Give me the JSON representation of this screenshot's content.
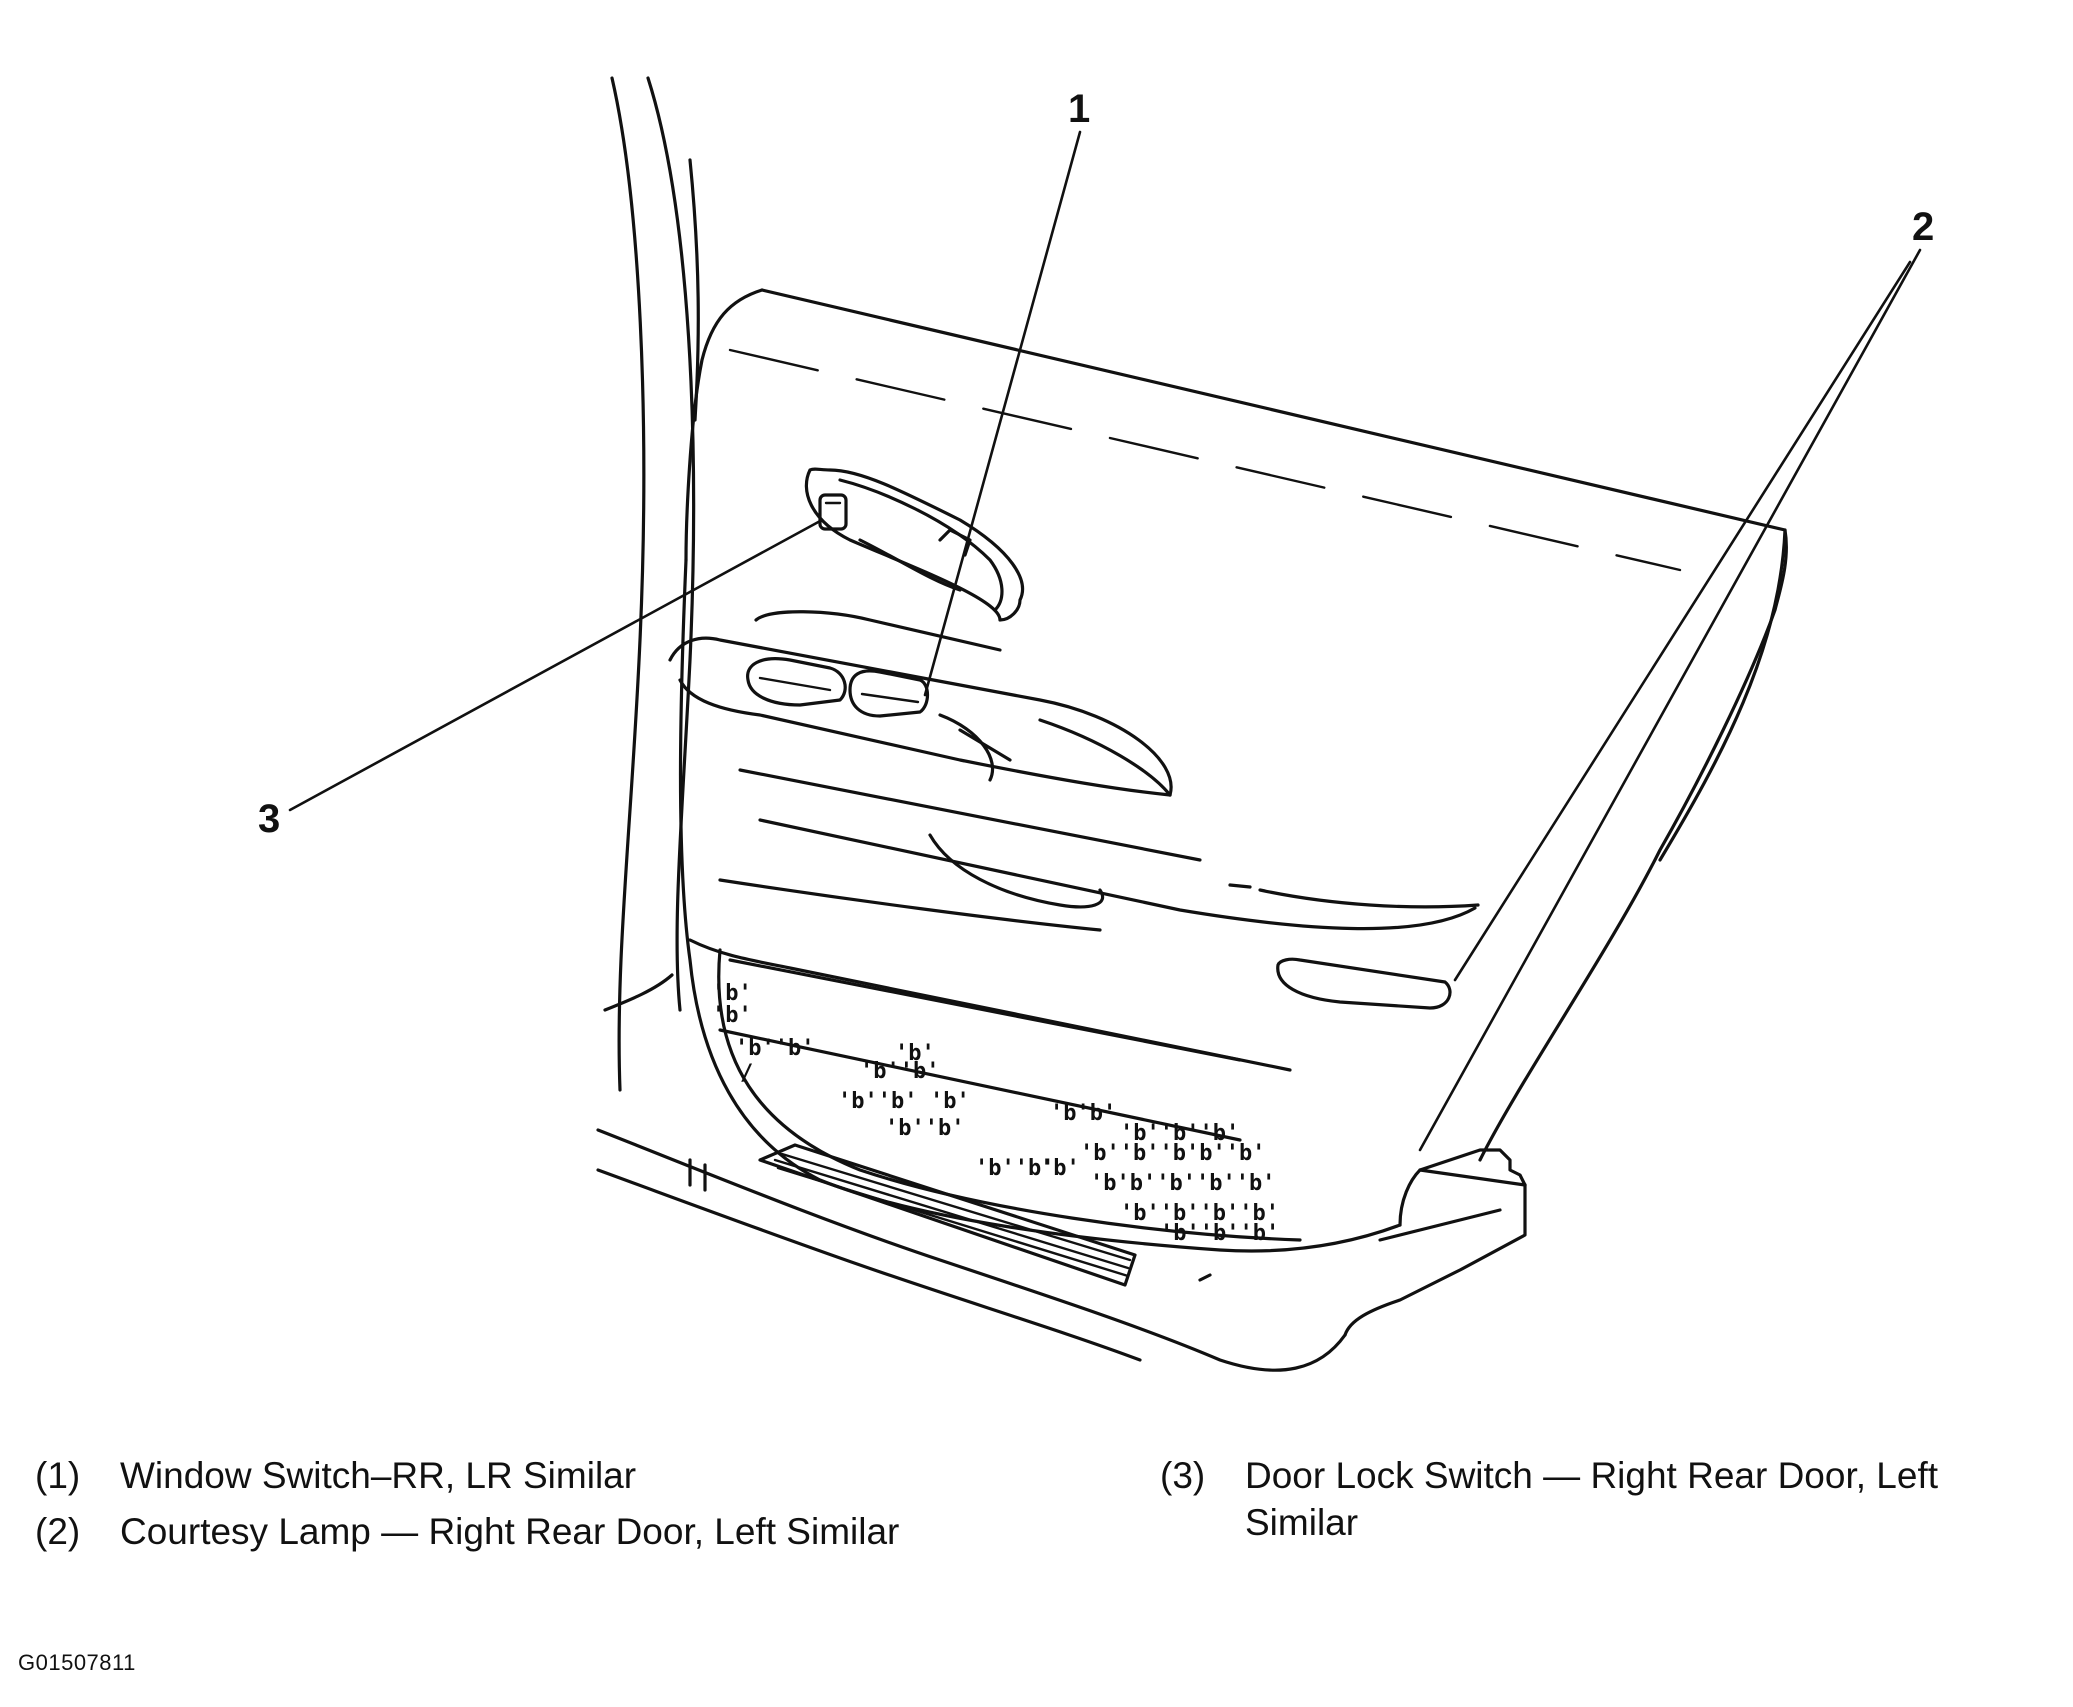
{
  "diagram": {
    "callouts": [
      {
        "number": "1",
        "target": "window-switch"
      },
      {
        "number": "2",
        "target": "courtesy-lamp"
      },
      {
        "number": "3",
        "target": "door-lock-switch"
      }
    ]
  },
  "legend": {
    "items": [
      {
        "number": "(1)",
        "text": "Window Switch–RR, LR Similar"
      },
      {
        "number": "(2)",
        "text": "Courtesy Lamp — Right Rear Door, Left Similar"
      },
      {
        "number": "(3)",
        "text": "Door Lock Switch — Right Rear Door, Left Similar"
      }
    ]
  },
  "figure_id": "G01507811"
}
